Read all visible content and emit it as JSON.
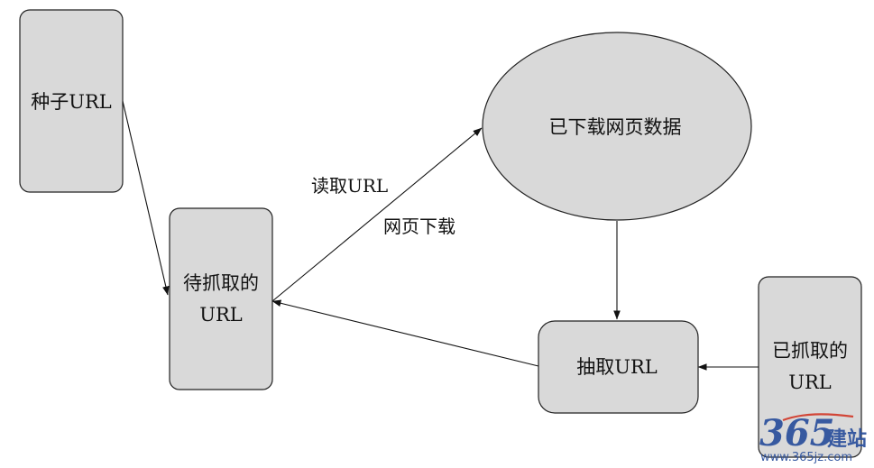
{
  "nodes": {
    "seed": {
      "line1": "种子URL"
    },
    "pending": {
      "line1": "待抓取的",
      "line2": "URL"
    },
    "downloaded": {
      "line1": "已下载网页数据"
    },
    "extract": {
      "line1": "抽取URL"
    },
    "crawled": {
      "line1": "已抓取的",
      "line2": "URL"
    }
  },
  "edges": {
    "read_url": "读取URL",
    "page_download": "网页下载"
  },
  "watermark": {
    "number": "365",
    "brand": "建站",
    "url": "www.365jz.com"
  }
}
